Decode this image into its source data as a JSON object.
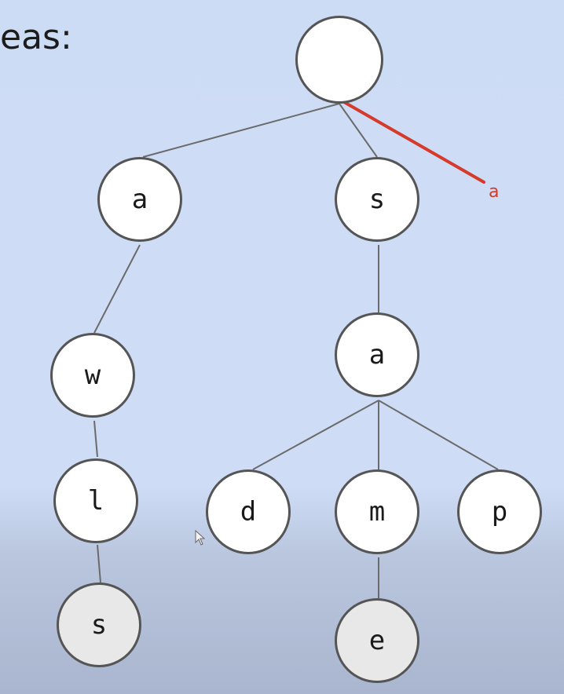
{
  "heading": "eas:",
  "annotation": {
    "label": "a",
    "color": "#d63a2a"
  },
  "nodes": {
    "root": "",
    "a1": "a",
    "s1": "s",
    "w": "w",
    "a2": "a",
    "l": "l",
    "s2": "s",
    "d": "d",
    "m": "m",
    "p": "p",
    "e": "e"
  }
}
